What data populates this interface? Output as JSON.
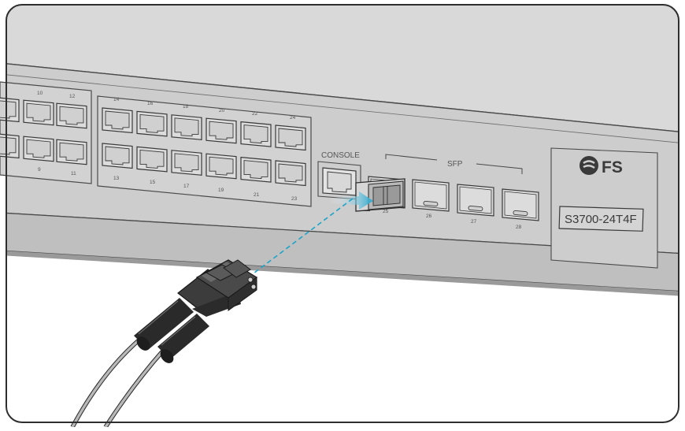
{
  "ports": {
    "top_numbers": [
      "10",
      "12",
      "14",
      "16",
      "18",
      "20",
      "22",
      "24"
    ],
    "bottom_numbers": [
      "9",
      "11",
      "13",
      "15",
      "17",
      "19",
      "21",
      "23"
    ]
  },
  "console_label": "CONSOLE",
  "sfp": {
    "group_label": "SFP",
    "port_numbers": [
      "25",
      "26",
      "27",
      "28"
    ]
  },
  "brand": {
    "logo_text": "FS",
    "model_label": "S3700-24T4F"
  },
  "colors": {
    "panel": "#cfcfcf",
    "panel_top": "#d7d7d7",
    "accent_dashes": "#1fa3c8",
    "outline": "#3a3a3a"
  },
  "icons": [
    "rj45-port-icon",
    "sfp-port-icon",
    "fs-logo-icon",
    "lc-connector-icon",
    "insert-arrow-icon"
  ]
}
